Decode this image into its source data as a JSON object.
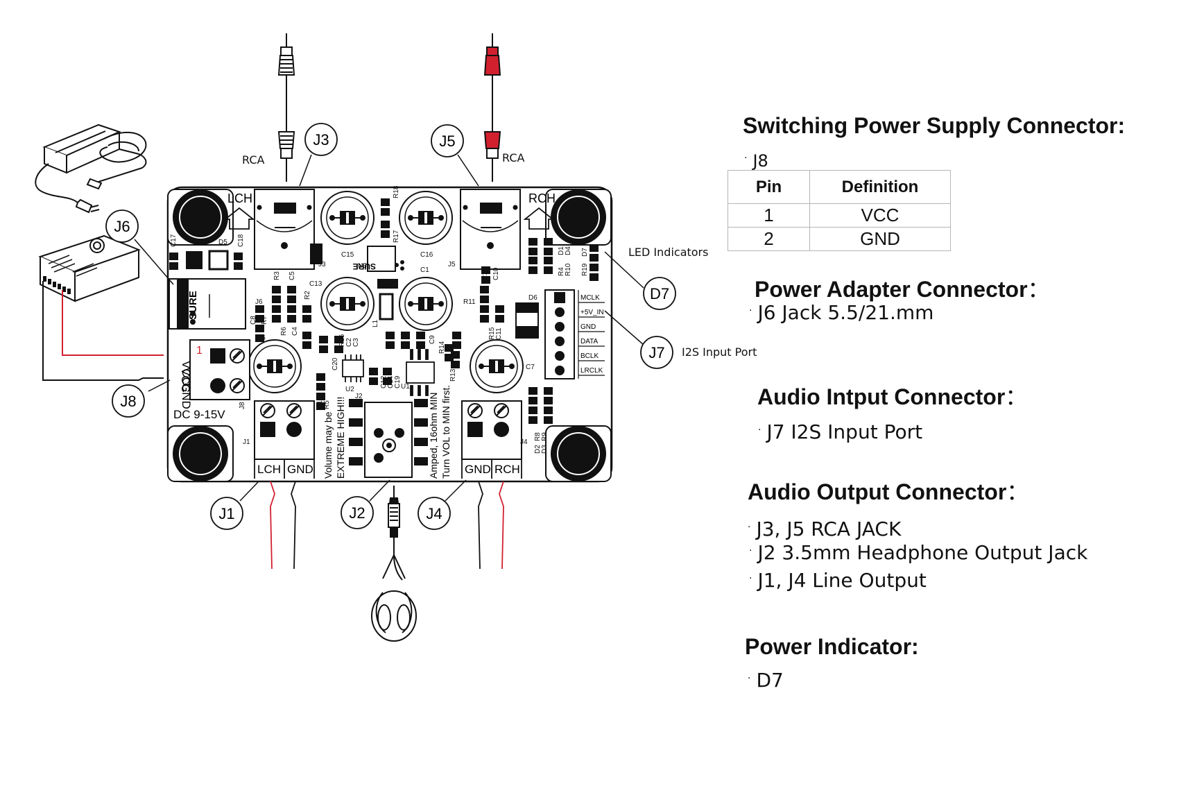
{
  "sections": {
    "switching": {
      "title": "Switching Power Supply Connector:",
      "item": "J8"
    },
    "adapter": {
      "title": "Power Adapter Connector",
      "colon": "：",
      "item": "J6 Jack 5.5/21.mm"
    },
    "input": {
      "title": "Audio Intput Connector",
      "colon": "：",
      "item": "J7 I2S Input Port"
    },
    "output": {
      "title": "Audio Output Connector",
      "colon": "：",
      "items": [
        "J3, J5 RCA JACK",
        "J2 3.5mm Headphone Output Jack",
        "J1, J4 Line Output"
      ]
    },
    "indicator": {
      "title": "Power Indicator:",
      "item": "D7"
    }
  },
  "pin_table": {
    "headers": [
      "Pin",
      "Definition"
    ],
    "rows": [
      [
        "1",
        "VCC"
      ],
      [
        "2",
        "GND"
      ]
    ]
  },
  "callouts": {
    "j1": "J1",
    "j2": "J2",
    "j3": "J3",
    "j4": "J4",
    "j5": "J5",
    "j6": "J6",
    "j7": "J7",
    "j8": "J8",
    "d7": "D7"
  },
  "annotations": {
    "rca_left": "RCA",
    "rca_right": "RCA",
    "led_indicators": "LED Indicators",
    "i2s_port": "I2S Input Port"
  },
  "board": {
    "lch": "LCH",
    "rch": "RCH",
    "dc": "DC 9-15V",
    "vcc": "VCC",
    "gnd": "GND",
    "pin1": "1",
    "j1_lch": "LCH",
    "j1_gnd": "GND",
    "j4_gnd": "GND",
    "j4_rch": "RCH",
    "logo": "SURE",
    "warning_1": "Volume may be",
    "warning_2": "EXTREME HIGH!!!",
    "warning_3": "Amped, 16ohm MIN",
    "warning_4": "Turn VOL to MIN first.",
    "i2s_pins": [
      "MCLK",
      "+5V_IN",
      "GND",
      "DATA",
      "BCLK",
      "LRCLK"
    ],
    "silk": {
      "c17": "C17",
      "d5": "D5",
      "c18": "C18",
      "j3": "J3",
      "j5": "J5",
      "j6": "J6",
      "j8": "J8",
      "j1": "J1",
      "j2": "J2",
      "j4": "J4",
      "u1": "U1",
      "u2": "U2",
      "u3": "U3",
      "c15": "C15",
      "c16": "C16",
      "c13": "C13",
      "c1": "C1",
      "c6": "C6",
      "c7": "C7",
      "r18": "R18",
      "r17": "R17",
      "r3": "R3",
      "c5": "C5",
      "r2": "R2",
      "c8": "C8",
      "r7": "R7",
      "r6": "R6",
      "c4": "C4",
      "r16": "R16",
      "c2": "C2",
      "c3": "C3",
      "l1": "L1",
      "c9": "C9",
      "r14": "R14",
      "r13": "R13",
      "r12": "R12",
      "c10": "C10",
      "r11": "R11",
      "r15": "R15",
      "c11": "C11",
      "d6": "D6",
      "c20": "C20",
      "c12": "C12",
      "c14": "C14",
      "c19": "C19",
      "r1": "R1",
      "r5": "R5",
      "r4": "R4",
      "d1": "D1",
      "r10": "R10",
      "d4": "D4",
      "r19": "R19",
      "d7": "D7",
      "d2": "D2",
      "r8": "R8",
      "d3": "D3",
      "r9": "R9"
    }
  },
  "colors": {
    "line": "#111111",
    "accent_red": "#d2202f",
    "border_gray": "#b5b5b5"
  }
}
